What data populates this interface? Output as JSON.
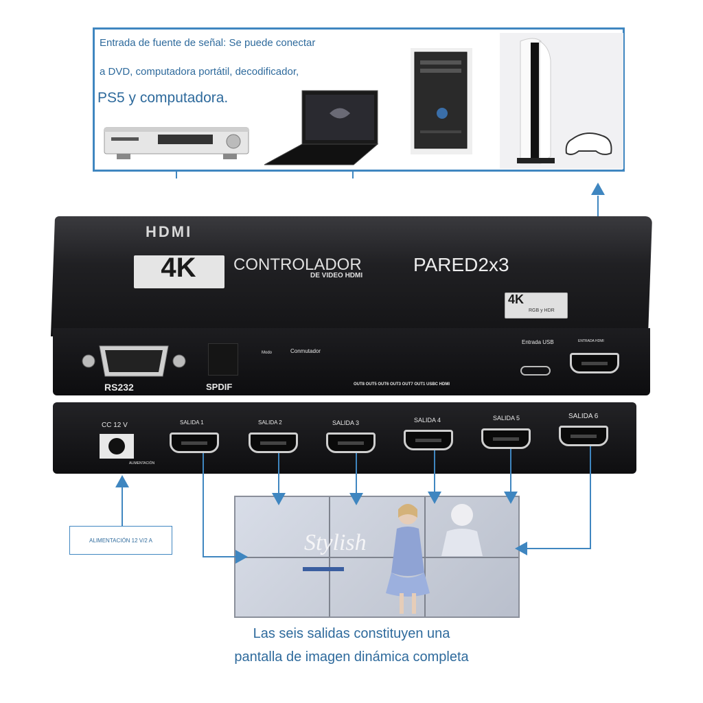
{
  "source": {
    "line1": "Entrada de fuente de señal: Se puede conectar",
    "line2": "a DVD, computadora portátil, decodificador,",
    "line3": "PS5 y computadora."
  },
  "device": {
    "brand": "HDMI",
    "badge": "4K",
    "title": "CONTROLADOR",
    "subtitle": "DE VIDEO HDMI",
    "model": "PARED2x3",
    "badge2": "4K",
    "badge2_sub": "RGB y HDR",
    "front_top": {
      "rs232": "RS232",
      "spdif": "SPDIF",
      "modo": "Modo",
      "conmutador": "Conmutador",
      "outs": "OUT8 OUT5 OUT6 OUT3 OUT7 OUT1 USBC HDMI",
      "usb": "Entrada USB",
      "hdmi_in": "ENTRADA HDMI"
    },
    "front_bottom": {
      "power": "CC 12 V",
      "power_sub": "ALIMENTACIÓN",
      "outputs": [
        "SALIDA 1",
        "SALIDA 2",
        "SALIDA 3",
        "SALIDA 4",
        "SALIDA 5",
        "SALIDA 6"
      ]
    }
  },
  "power_box": "ALIMENTACIÓN 12 V/2 A",
  "wall": {
    "brand": "Stylish"
  },
  "caption": {
    "line1": "Las seis salidas constituyen una",
    "line2": "pantalla de imagen dinámica completa"
  },
  "colors": {
    "accent": "#3f86c0",
    "text": "#2e6a9c"
  }
}
